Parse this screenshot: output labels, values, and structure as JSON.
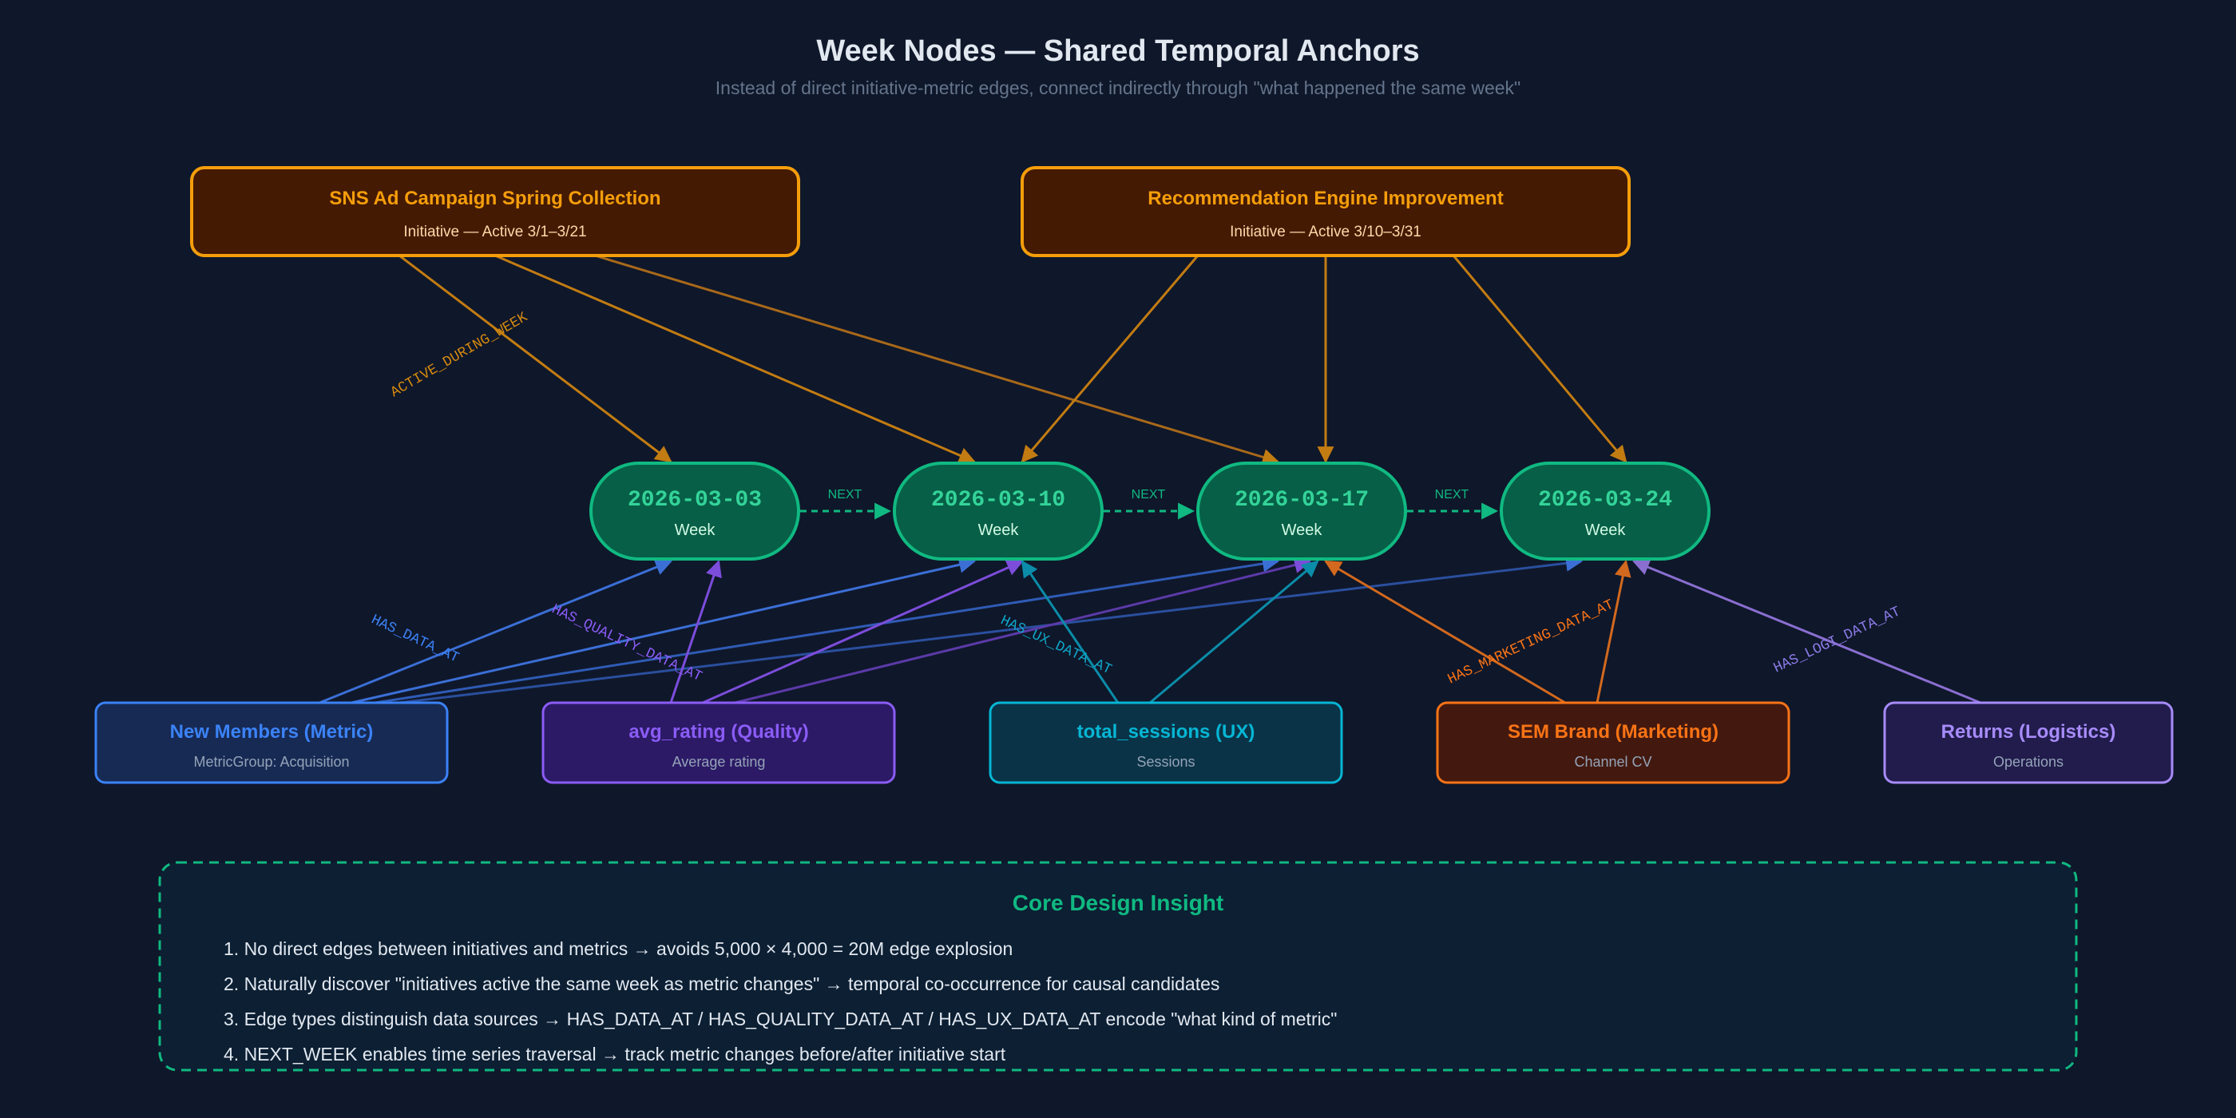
{
  "header": {
    "title": "Week Nodes — Shared Temporal Anchors",
    "subtitle": "Instead of direct initiative-metric edges, connect indirectly through \"what happened the same week\""
  },
  "initiatives": [
    {
      "id": "sns",
      "title": "SNS Ad Campaign Spring Collection",
      "subtitle": "Initiative — Active 3/1–3/21"
    },
    {
      "id": "rec",
      "title": "Recommendation Engine Improvement",
      "subtitle": "Initiative — Active 3/10–3/31"
    }
  ],
  "weeks": [
    {
      "date": "2026-03-03",
      "label": "Week"
    },
    {
      "date": "2026-03-10",
      "label": "Week"
    },
    {
      "date": "2026-03-17",
      "label": "Week"
    },
    {
      "date": "2026-03-24",
      "label": "Week"
    }
  ],
  "next_label": "NEXT",
  "metrics": [
    {
      "id": "members",
      "title": "New Members (Metric)",
      "subtitle": "MetricGroup: Acquisition",
      "color": "#3b82f6",
      "fill": "#172a54"
    },
    {
      "id": "rating",
      "title": "avg_rating (Quality)",
      "subtitle": "Average rating",
      "color": "#8b5cf6",
      "fill": "#2c1a66"
    },
    {
      "id": "sessions",
      "title": "total_sessions (UX)",
      "subtitle": "Sessions",
      "color": "#06b6d4",
      "fill": "#0b3347"
    },
    {
      "id": "sem",
      "title": "SEM Brand (Marketing)",
      "subtitle": "Channel CV",
      "color": "#f97316",
      "fill": "#43190f"
    },
    {
      "id": "returns",
      "title": "Returns (Logistics)",
      "subtitle": "Operations",
      "color": "#a78bfa",
      "fill": "#211c4c"
    }
  ],
  "edge_labels": {
    "active": "ACTIVE_DURING_WEEK",
    "data": "HAS_DATA_AT",
    "quality": "HAS_QUALITY_DATA_AT",
    "ux": "HAS_UX_DATA_AT",
    "marketing": "HAS_MARKETING_DATA_AT",
    "logi": "HAS_LOGI_DATA_AT"
  },
  "insight": {
    "title": "Core Design Insight",
    "points": [
      "1. No direct edges between initiatives and metrics → avoids 5,000 × 4,000 = 20M edge explosion",
      "2. Naturally discover \"initiatives active the same week as metric changes\" → temporal co-occurrence for causal candidates",
      "3. Edge types distinguish data sources → HAS_DATA_AT / HAS_QUALITY_DATA_AT / HAS_UX_DATA_AT encode \"what kind of metric\"",
      "4. NEXT_WEEK enables time series traversal → track metric changes before/after initiative start"
    ]
  },
  "colors": {
    "background": "#0f172a",
    "initiative_border": "#f59e0b",
    "initiative_fill": "#451a03",
    "week_fill": "#065f46",
    "week_border": "#10b981",
    "accent_green": "#10b981"
  }
}
